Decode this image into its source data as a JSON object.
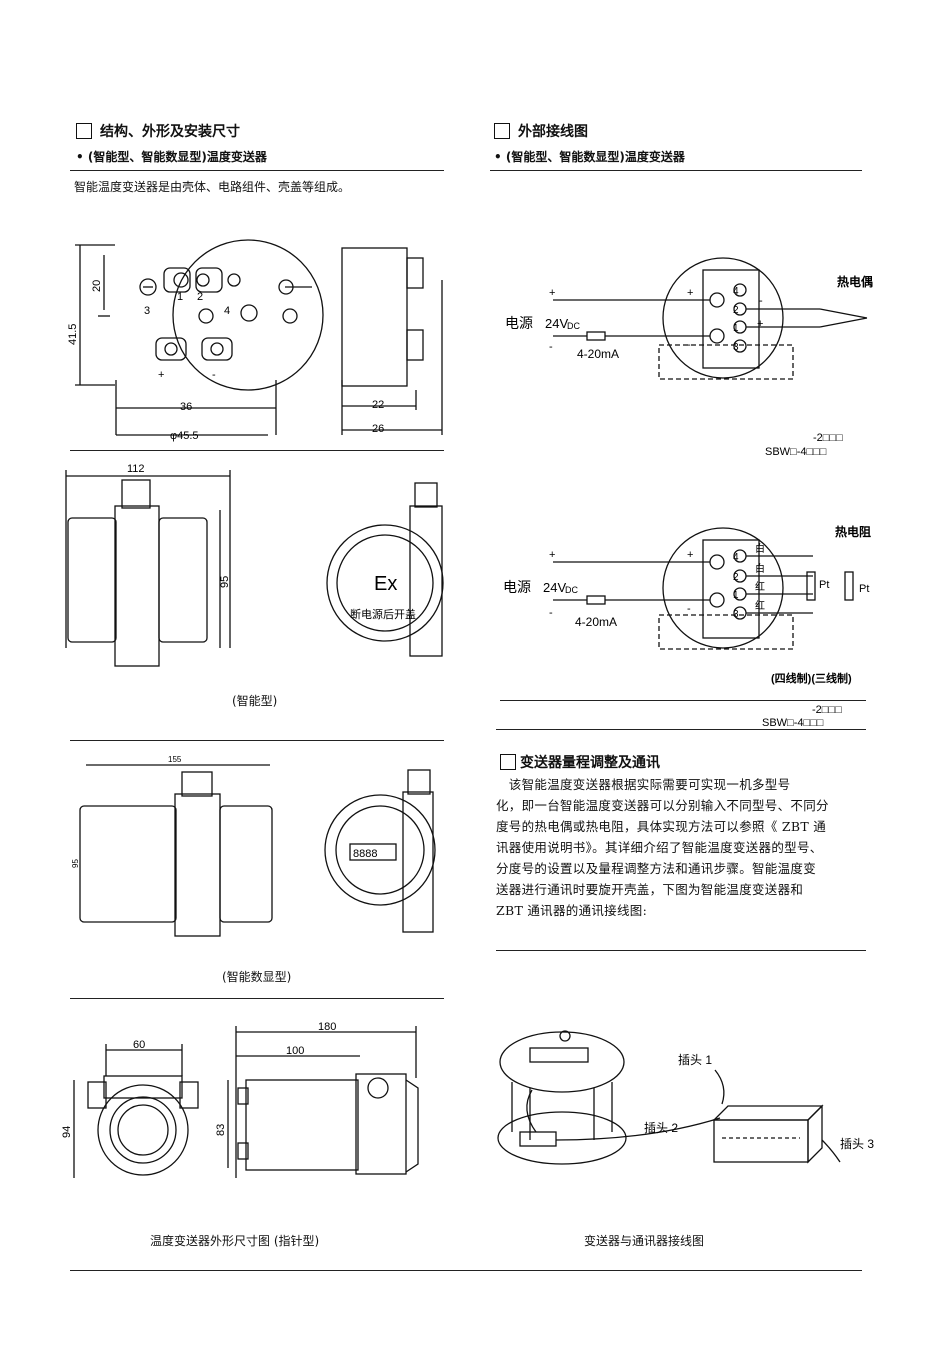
{
  "left": {
    "section1": {
      "title": "结构、外形及安装尺寸",
      "subtitle": "• (智能型、智能数显型)温度变送器",
      "intro": "智能温度变送器是由壳体、电路组件、壳盖等组成。"
    },
    "drawing1": {
      "dim_20": "20",
      "dim_41_5": "41.5",
      "dim_36": "36",
      "dim_45_5": "φ45.5",
      "dim_22": "22",
      "dim_26": "26",
      "terminals": [
        "1",
        "2",
        "3",
        "4"
      ],
      "plus": "+",
      "minus": "-"
    },
    "drawing2": {
      "dim_112": "112",
      "dim_95": "95",
      "ex": "Ex",
      "warning": "断电源后开盖",
      "caption": "(智能型)"
    },
    "drawing3": {
      "dim_155": "155",
      "dim_95": "95",
      "display": "8888",
      "caption": "(智能数显型)"
    },
    "drawing4": {
      "dim_60": "60",
      "dim_94": "94",
      "dim_180": "180",
      "dim_100": "100",
      "dim_83": "83",
      "caption": "温度变送器外形尺寸图 (指针型)"
    }
  },
  "right": {
    "section2": {
      "title": "外部接线图",
      "subtitle": "• (智能型、智能数显型)温度变送器"
    },
    "wiring1": {
      "power": "电源",
      "voltage": "24V",
      "voltage_sub": "DC",
      "current": "4-20mA",
      "sensor": "热电偶",
      "plus": "+",
      "minus": "-",
      "terminals": [
        "4",
        "2",
        "1",
        "3"
      ],
      "model_top": "-2□□□",
      "model_bottom": "SBW□-4□□□"
    },
    "wiring2": {
      "power": "电源",
      "voltage": "24V",
      "voltage_sub": "DC",
      "current": "4-20mA",
      "sensor": "热电阻",
      "plus": "+",
      "minus": "-",
      "terminals": [
        "4",
        "2",
        "1",
        "3"
      ],
      "wire_colors": [
        "白",
        "白",
        "红",
        "红"
      ],
      "pt": "Pt",
      "mode": "(四线制)(三线制)",
      "model_top": "-2□□□",
      "model_bottom": "SBW□-4□□□"
    },
    "section3": {
      "title": "变送器量程调整及通讯",
      "paragraph": [
        "　该智能温度变送器根据实际需要可实现一机多型号",
        "化，即一台智能温度变送器可以分别输入不同型号、不同分",
        "度号的热电偶或热电阻，具体实现方法可以参照《 ZBT 通",
        "讯器使用说明书》。其详细介绍了智能温度变送器的型号、",
        "分度号的设置以及量程调整方法和通讯步骤。智能温度变",
        "送器进行通讯时要旋开壳盖，下图为智能温度变送器和",
        "ZBT 通讯器的通讯接线图:"
      ]
    },
    "comm": {
      "plug1": "插头 1",
      "plug2": "插头 2",
      "plug3": "插头 3",
      "caption": "变送器与通讯器接线图"
    }
  }
}
